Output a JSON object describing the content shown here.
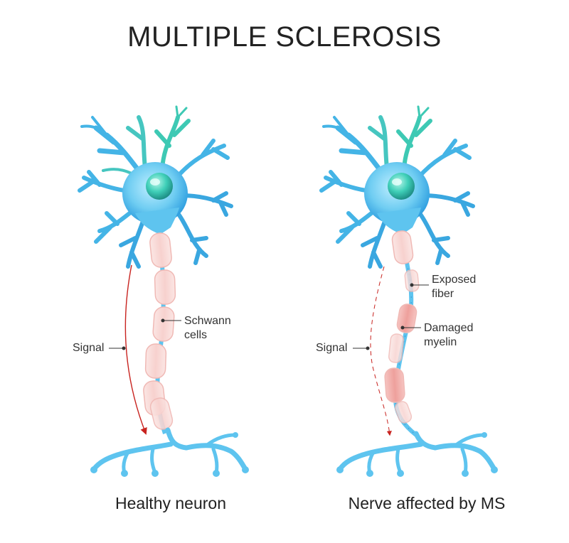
{
  "title": "MULTIPLE SCLEROSIS",
  "panels": {
    "healthy": {
      "caption": "Healthy neuron",
      "signal_label": "Signal",
      "schwann_label_1": "Schwann",
      "schwann_label_2": "cells"
    },
    "ms": {
      "caption": "Nerve affected by MS",
      "signal_label": "Signal",
      "exposed_label_1": "Exposed",
      "exposed_label_2": "fiber",
      "damaged_label_1": "Damaged",
      "damaged_label_2": "myelin"
    }
  },
  "colors": {
    "dendrite_light": "#8fd3f0",
    "dendrite_dark": "#3aa7e0",
    "dendrite_teal": "#3ec9b4",
    "myelin": "#f9d9d6",
    "myelin_damaged": "#f2b0ad",
    "signal": "#c8231f"
  }
}
